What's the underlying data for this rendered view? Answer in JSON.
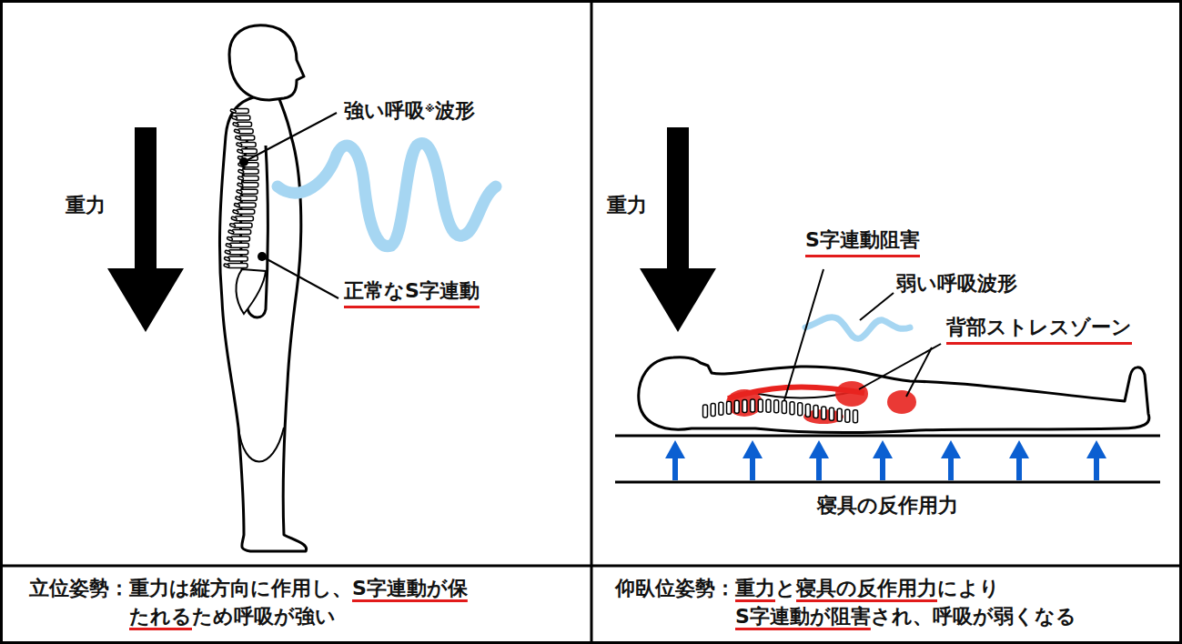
{
  "diagram": {
    "labels": [
      "重力",
      "強い呼吸※波形",
      "正常なS字連動",
      "立位姿勢：重力は縦方向に作用し、S字連動が保たれるため呼吸が強い",
      "重力",
      "S字連動阻害",
      "弱い呼吸波形",
      "背部ストレスゾーン",
      "寝具の反作用力",
      "仰臥位姿勢：重力と寝具の反作用力により S字連動が阻害され、呼吸が弱くなる"
    ]
  }
}
